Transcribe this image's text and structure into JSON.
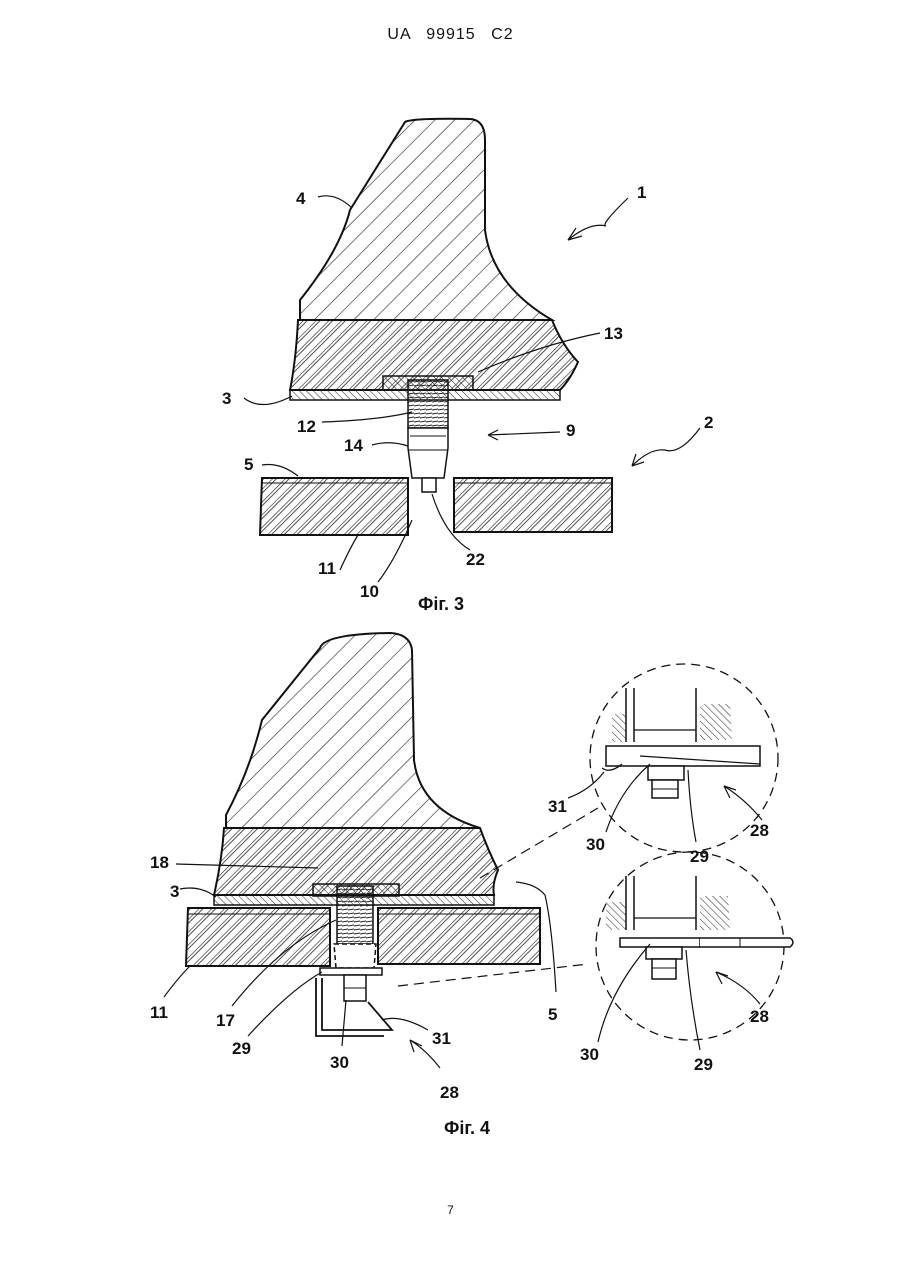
{
  "header": {
    "patent_number": "UA 99915 C2"
  },
  "figure3": {
    "caption": "Фіг. 3",
    "labels": {
      "l1": "1",
      "l2": "2",
      "l3": "3",
      "l4": "4",
      "l5": "5",
      "l9": "9",
      "l10": "10",
      "l11": "11",
      "l12": "12",
      "l13": "13",
      "l14": "14",
      "l22": "22"
    }
  },
  "figure4": {
    "caption": "Фіг. 4",
    "labels": {
      "l3": "3",
      "l5": "5",
      "l11": "11",
      "l17": "17",
      "l18": "18",
      "l28": "28",
      "l29": "29",
      "l30": "30",
      "l31": "31"
    },
    "detail_top_labels": {
      "l28": "28",
      "l29": "29",
      "l30": "30",
      "l31": "31"
    },
    "detail_bottom_labels": {
      "l28": "28",
      "l29": "29",
      "l30": "30"
    }
  },
  "footer": {
    "page_number": "7"
  }
}
